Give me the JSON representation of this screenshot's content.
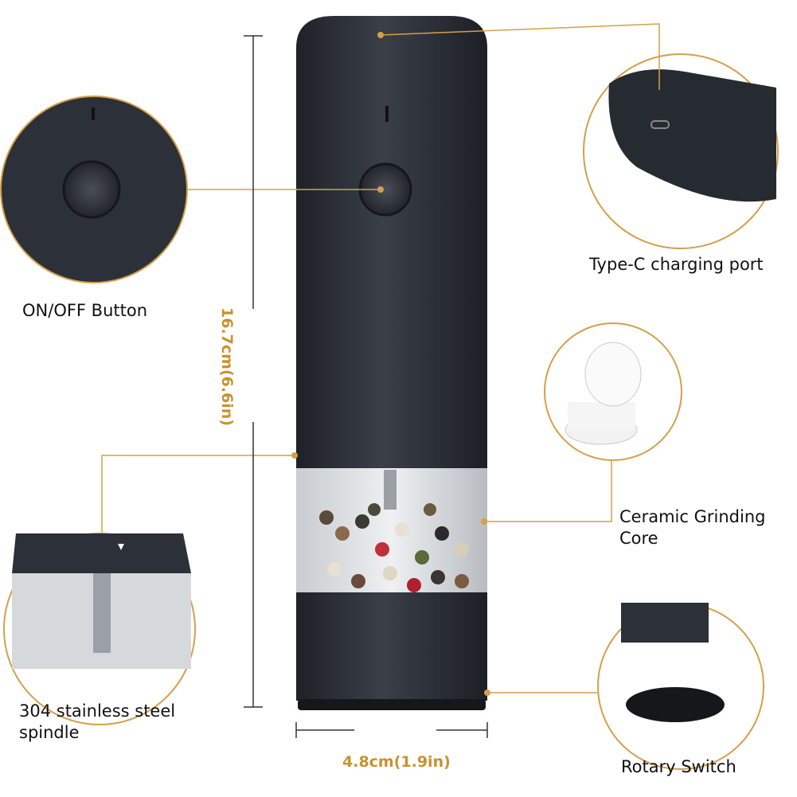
{
  "colors": {
    "accent": "#d4a04a",
    "body": "#2c3038",
    "text": "#111111"
  },
  "labels": {
    "on_off": "ON/OFF Button",
    "type_c": "Type-C charging port",
    "ceramic_line1": "Ceramic Grinding",
    "ceramic_line2": "Core",
    "spindle_line1": "304 stainless steel",
    "spindle_line2": "spindle",
    "rotary": "Rotary Switch"
  },
  "dimensions": {
    "height": "16.7cm(6.6in)",
    "width": "4.8cm(1.9in)"
  }
}
